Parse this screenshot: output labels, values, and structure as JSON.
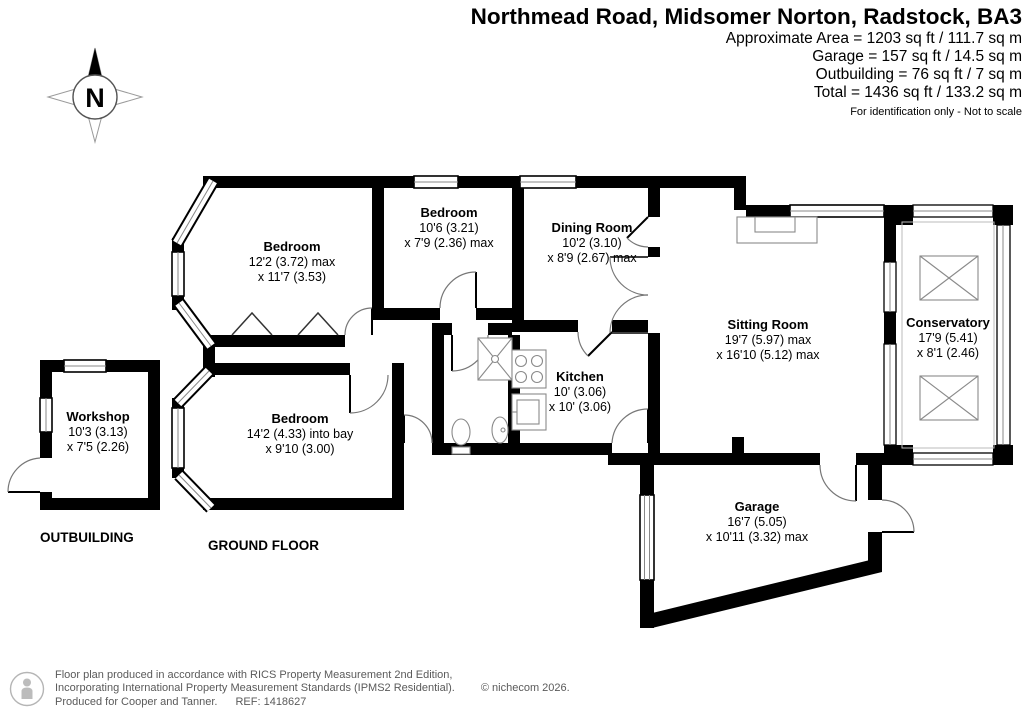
{
  "header": {
    "title": "Northmead Road, Midsomer Norton, Radstock, BA3",
    "area_lines": [
      "Approximate Area = 1203 sq ft / 111.7 sq m",
      "Garage = 157 sq ft / 14.5 sq m",
      "Outbuilding = 76 sq ft / 7 sq m",
      "Total = 1436 sq ft / 133.2 sq m"
    ],
    "disclaimer": "For identification only - Not to scale"
  },
  "compass": {
    "north_label": "N"
  },
  "plan": {
    "floor_caption": "GROUND FLOOR",
    "outbuilding_caption": "OUTBUILDING",
    "rooms": {
      "bedroom1": {
        "name": "Bedroom",
        "dim1": "12'2 (3.72) max",
        "dim2": "x 11'7 (3.53)"
      },
      "bedroom2": {
        "name": "Bedroom",
        "dim1": "10'6 (3.21)",
        "dim2": "x 7'9 (2.36) max"
      },
      "dining_room": {
        "name": "Dining Room",
        "dim1": "10'2 (3.10)",
        "dim2": "x 8'9 (2.67) max"
      },
      "sitting_room": {
        "name": "Sitting Room",
        "dim1": "19'7 (5.97) max",
        "dim2": "x 16'10 (5.12) max"
      },
      "conservatory": {
        "name": "Conservatory",
        "dim1": "17'9 (5.41)",
        "dim2": "x 8'1 (2.46)"
      },
      "kitchen": {
        "name": "Kitchen",
        "dim1": "10' (3.06)",
        "dim2": "x 10' (3.06)"
      },
      "bedroom3": {
        "name": "Bedroom",
        "dim1": "14'2 (4.33) into bay",
        "dim2": "x 9'10 (3.00)"
      },
      "workshop": {
        "name": "Workshop",
        "dim1": "10'3 (3.13)",
        "dim2": "x 7'5 (2.26)"
      },
      "garage": {
        "name": "Garage",
        "dim1": "16'7 (5.05)",
        "dim2": "x 10'11 (3.32) max"
      }
    }
  },
  "footer": {
    "line1": "Floor plan produced in accordance with RICS Property Measurement 2nd Edition,",
    "line2": "Incorporating International Property Measurement Standards (IPMS2 Residential).",
    "copyright": "© nichecom 2026.",
    "line3": "Produced for Cooper and Tanner.",
    "ref": "REF: 1418627"
  },
  "colors": {
    "wall": "#000000",
    "fixture_line": "#8a8a8a",
    "footer_text": "#5a5a5a"
  }
}
